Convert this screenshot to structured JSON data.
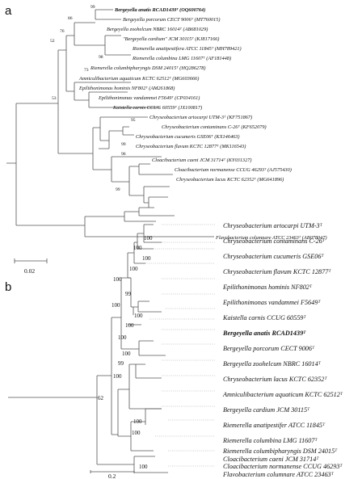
{
  "panel_a": {
    "letter": "a",
    "scale_label": "0.02",
    "taxa": [
      {
        "label": "Bergeyella anatis RCAD1439ᵀ (OQ600764)",
        "bold": true
      },
      {
        "label": "Bergeyella porcorum CECT 9006ᵀ (MT760015)"
      },
      {
        "label": "Bergeyella zoohelcum NBRC 16014ᵀ (AB681029)"
      },
      {
        "label": "\"Bergeyella cardium\" JCM 30115ᵀ (KJ817166)"
      },
      {
        "label": "Riemerella anatipestifera ATCC 11845ᵀ (MH789421)"
      },
      {
        "label": "Riemerella columbina LMG 11607ᵀ (AF181448)"
      },
      {
        "label": "Riemerella columbipharyngis DSM 24015ᵀ (HQ286278)"
      },
      {
        "label": "Amniculibacterium aquaticum KCTC 62512ᵀ (MG603666)"
      },
      {
        "label": "Epilithonimonas hominis NF802ᵀ (AM261868)"
      },
      {
        "label": "Epilithonimonas vandammei F5649ᵀ (CP034161)"
      },
      {
        "label": "Kaistella carnis CCUG 60559ᵀ (JX100817)"
      },
      {
        "label": "Chryseobacterium artocarpi UTM-3ᵀ (KF751867)"
      },
      {
        "label": "Chryseobacterium contaminans C-26ᵀ (KF652079)"
      },
      {
        "label": "Chryseobacterium cucumeris GSE06ᵀ (KX146463)"
      },
      {
        "label": "Chryseobacterium flavum KCTC 12877ᵀ (MK116543)"
      },
      {
        "label": "Cloacibacterium caeni JCM 31714ᵀ (KY031327)"
      },
      {
        "label": "Cloacibacterium normanense CCUG 46293ᵀ (AJ575430)"
      },
      {
        "label": "Chryseobacterium lacus KCTC 62352ᵀ (MG641896)"
      },
      {
        "label": "Flavobacterium columnare ATCC 23463ᵀ (AB078047)"
      }
    ],
    "bootstrap": [
      "99",
      "86",
      "76",
      "52",
      "98",
      "73",
      "53",
      "95",
      "99",
      "96",
      "99"
    ]
  },
  "panel_b": {
    "letter": "b",
    "scale_label": "0.2",
    "taxa": [
      {
        "label": "Chryseobacterium artocarpi UTM-3ᵀ"
      },
      {
        "label": "Chryseobacterium contaminans C-26ᵀ"
      },
      {
        "label": "Chryseobacterium cucumeris GSE06ᵀ"
      },
      {
        "label": "Chryseobacterium flavum KCTC 12877ᵀ"
      },
      {
        "label": "Epilithonimonas hominis NF802ᵀ"
      },
      {
        "label": "Epilithonimonas vandammei F5649ᵀ"
      },
      {
        "label": "Kaistella carnis CCUG 60559ᵀ"
      },
      {
        "label": "Bergeyella anatis RCAD1439ᵀ",
        "bold": true
      },
      {
        "label": "Bergeyella porcorum CECT 9006ᵀ"
      },
      {
        "label": "Bergeyella zoohelcum NBRC 16014ᵀ"
      },
      {
        "label": "Chryseobacterium lacus KCTC 62352ᵀ"
      },
      {
        "label": "Amniculibacterium aquaticum KCTC 62512ᵀ"
      },
      {
        "label": "Bergeyella cardium JCM 30115ᵀ"
      },
      {
        "label": "Riemerella anatipestifer ATCC 11845ᵀ"
      },
      {
        "label": "Riemerella columbina LMG 11607ᵀ"
      },
      {
        "label": "Riemerella columbipharyngis DSM 24015ᵀ"
      },
      {
        "label": "Cloacibacterium caeni JCM 31714ᵀ"
      },
      {
        "label": "Cloacibacterium normanense CCUG 46293ᵀ"
      },
      {
        "label": "Flavobacterium columnare ATCC 23463ᵀ"
      }
    ],
    "bootstrap": [
      "100",
      "100",
      "100",
      "100",
      "100",
      "99",
      "100",
      "100",
      "100",
      "100",
      "100",
      "99",
      "100",
      "62",
      "100",
      "100",
      "100"
    ]
  }
}
